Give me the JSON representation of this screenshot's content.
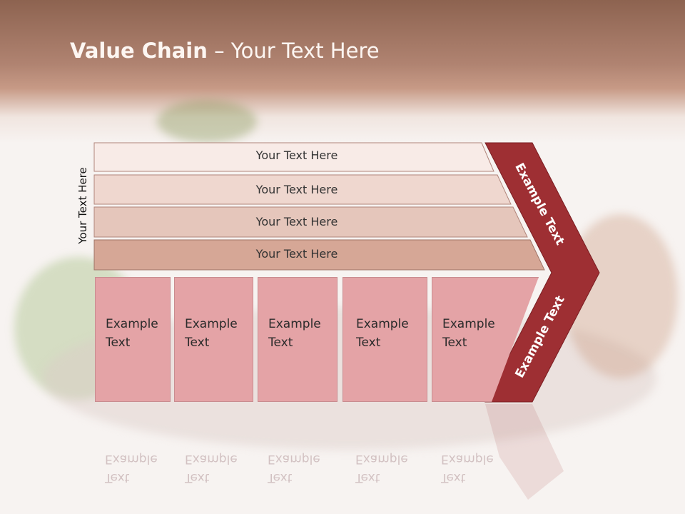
{
  "title": {
    "bold": "Value Chain",
    "rest": " – Your Text Here"
  },
  "side_label": "Your Text Here",
  "rows": [
    "Your Text Here",
    "Your Text Here",
    "Your Text Here",
    "Your Text Here"
  ],
  "boxes": [
    {
      "line1": "Example",
      "line2": "Text"
    },
    {
      "line1": "Example",
      "line2": "Text"
    },
    {
      "line1": "Example",
      "line2": "Text"
    },
    {
      "line1": "Example",
      "line2": "Text"
    },
    {
      "line1": "Example",
      "line2": "Text"
    }
  ],
  "chevron": {
    "upper": "Example Text",
    "lower": "Example Text"
  },
  "colors": {
    "chevron": "#9e2f33",
    "row_fills": [
      "#f8ebe7",
      "#efd7cf",
      "#e5c6bb",
      "#d6a796"
    ],
    "box_fill": "#e4a3a6"
  }
}
